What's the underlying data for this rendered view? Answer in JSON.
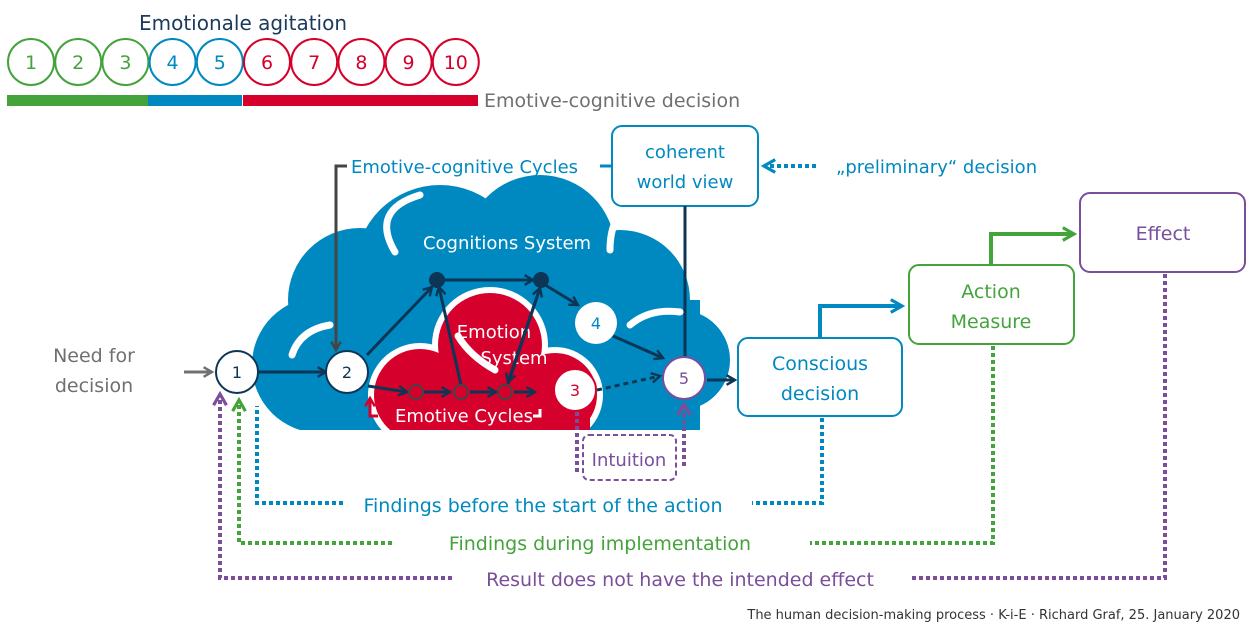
{
  "colors": {
    "green": "#45a33c",
    "blue": "#0089c0",
    "red": "#d5002b",
    "navy": "#0d3556",
    "purple": "#7a4e9b",
    "gray": "#707070",
    "dark_gray": "#444444"
  },
  "agitation": {
    "title": "Emotionale agitation",
    "levels": [
      {
        "label": "1",
        "zone": "green"
      },
      {
        "label": "2",
        "zone": "green"
      },
      {
        "label": "3",
        "zone": "green"
      },
      {
        "label": "4",
        "zone": "blue"
      },
      {
        "label": "5",
        "zone": "blue"
      },
      {
        "label": "6",
        "zone": "red"
      },
      {
        "label": "7",
        "zone": "red"
      },
      {
        "label": "8",
        "zone": "red"
      },
      {
        "label": "9",
        "zone": "red"
      },
      {
        "label": "10",
        "zone": "red"
      }
    ],
    "bar_label": "Emotive-cognitive decision"
  },
  "labels": {
    "emotive_cognitive_cycles": "Emotive-cognitive Cycles",
    "coherent_world_view_1": "coherent",
    "coherent_world_view_2": "world view",
    "preliminary_decision": "„preliminary“ decision",
    "cognitions_system": "Cognitions System",
    "emotion_system_1": "Emotion",
    "emotion_system_2": "System",
    "emotive_cycles": "Emotive Cycles",
    "need_for_decision_1": "Need for",
    "need_for_decision_2": "decision",
    "intuition": "Intuition",
    "conscious_decision_1": "Conscious",
    "conscious_decision_2": "decision",
    "action_measure_1": "Action",
    "action_measure_2": "Measure",
    "effect": "Effect",
    "findings_before": "Findings before the start of the action",
    "findings_during": "Findings during implementation",
    "result_not_intended": "Result does not have the intended effect",
    "footer": "The human decision-making process · K-i-E · Richard Graf, 25. January 2020"
  },
  "nodes": {
    "n1": "1",
    "n2": "2",
    "n3": "3",
    "n4": "4",
    "n5": "5"
  }
}
